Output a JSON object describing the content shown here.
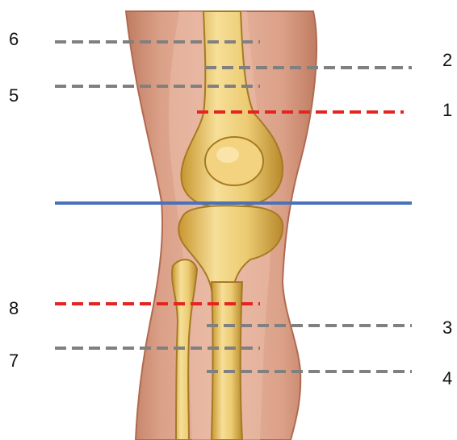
{
  "figure": {
    "subject": "knee-joint-anterior-view",
    "labels": {
      "l1": "1",
      "l2": "2",
      "l3": "3",
      "l4": "4",
      "l5": "5",
      "l6": "6",
      "l7": "7",
      "l8": "8"
    },
    "colors": {
      "background": "#ffffff",
      "skin_outer": "#c98a6e",
      "skin_mid": "#dba088",
      "skin_light": "#e9bca6",
      "bone": "#e9c46a",
      "bone_light": "#f6df98",
      "bone_dark": "#b8892c",
      "joint_line": "#4a72b8",
      "marker_red": "#e52421",
      "marker_gray": "#808080"
    }
  }
}
